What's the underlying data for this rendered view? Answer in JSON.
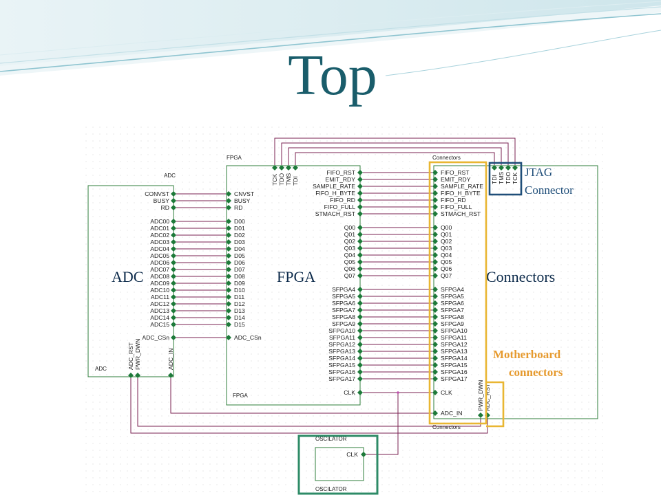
{
  "slide": {
    "title": "Top"
  },
  "blocks": {
    "adc": {
      "title": "ADC",
      "caption": "ADC",
      "pins": [
        "CONVST",
        "BUSY",
        "RD",
        "ADC00",
        "ADC01",
        "ADC02",
        "ADC03",
        "ADC04",
        "ADC05",
        "ADC06",
        "ADC07",
        "ADC08",
        "ADC09",
        "ADC10",
        "ADC11",
        "ADC12",
        "ADC13",
        "ADC14",
        "ADC15",
        "ADC_CSn"
      ],
      "bottom_pins": [
        "ADC_RST",
        "PWR_DWN",
        "ADC_IN"
      ],
      "footer": "ADC"
    },
    "fpga": {
      "title": "FPGA",
      "caption": "FPGA",
      "left_pins": [
        "CNVST",
        "BUSY",
        "RD",
        "D00",
        "D01",
        "D02",
        "D03",
        "D04",
        "D05",
        "D06",
        "D07",
        "D08",
        "D09",
        "D10",
        "D11",
        "D12",
        "D13",
        "D14",
        "D15",
        "ADC_CSn"
      ],
      "top_pins": [
        "TCK",
        "TDO",
        "TMS",
        "TDI"
      ],
      "right_pins": [
        "FIFO_RST",
        "EMIT_RDY",
        "SAMPLE_RATE",
        "FIFO_H_BYTE",
        "FIFO_RD",
        "FIFO_FULL",
        "STMACH_RST",
        "Q00",
        "Q01",
        "Q02",
        "Q03",
        "Q04",
        "Q05",
        "Q06",
        "Q07",
        "SFPGA4",
        "SFPGA5",
        "SFPGA6",
        "SFPGA7",
        "SFPGA8",
        "SFPGA9",
        "SFPGA10",
        "SFPGA11",
        "SFPGA12",
        "SFPGA13",
        "SFPGA14",
        "SFPGA15",
        "SFPGA16",
        "SFPGA17",
        "CLK"
      ],
      "footer": "FPGA"
    },
    "connectors": {
      "title": "Connectors",
      "caption": "Connectors",
      "left_pins": [
        "FIFO_RST",
        "EMIT_RDY",
        "SAMPLE_RATE",
        "FIFO_H_BYTE",
        "FIFO_RD",
        "FIFO_FULL",
        "STMACH_RST",
        "Q00",
        "Q01",
        "Q02",
        "Q03",
        "Q04",
        "Q05",
        "Q06",
        "Q07",
        "SFPGA4",
        "SFPGA5",
        "SFPGA6",
        "SFPGA7",
        "SFPGA8",
        "SFPGA9",
        "SFPGA10",
        "SFPGA11",
        "SFPGA12",
        "SFPGA13",
        "SFPGA14",
        "SFPGA15",
        "SFPGA16",
        "SFPGA17",
        "CLK",
        "ADC_IN"
      ],
      "top_pins": [
        "TDI",
        "TMS",
        "TDO",
        "TCK"
      ],
      "bottom_pins": [
        "PWR_DWN",
        "ADC_RST"
      ],
      "footer": "Connectors"
    },
    "oscillator": {
      "title": "OSCILATOR",
      "pin": "CLK",
      "footer": "OSCILATOR"
    }
  },
  "callouts": {
    "jtag": [
      "JTAG",
      "Connector"
    ],
    "motherboard": [
      "Motherboard",
      "connectors"
    ]
  },
  "colors": {
    "title": "#1a5d6b",
    "wire": "#7a2250",
    "pin": "#1e7a3a",
    "block_outline": "#2e7d3a",
    "jtag_box": "#1f4e79",
    "jtag_text": "#1f4e79",
    "motherboard_box": "#e9b632",
    "motherboard_text": "#e69a2e",
    "osc_box": "#2e8b67",
    "block_label": "#0c2a4a"
  }
}
